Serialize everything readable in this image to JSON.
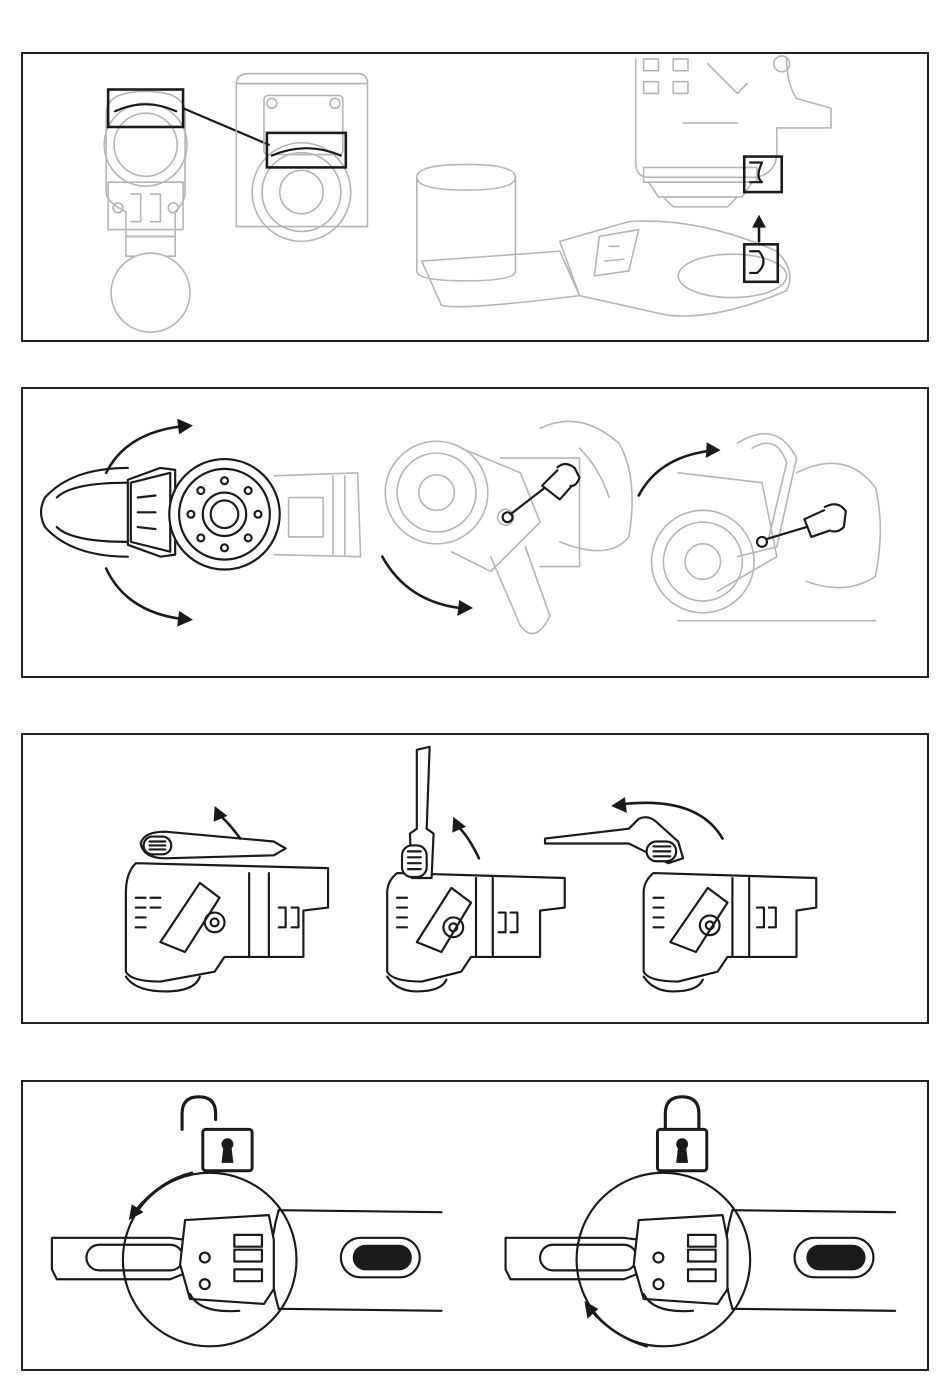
{
  "figures": [
    {
      "id": "panel-1",
      "icons": [
        "blade-adapter-alignment-icon",
        "adapter-removal-icon"
      ]
    },
    {
      "id": "panel-2",
      "icons": [
        "blade-rotation-icon",
        "screw-tightening-icon"
      ]
    },
    {
      "id": "panel-3",
      "icons": [
        "lever-release-icon"
      ]
    },
    {
      "id": "panel-4",
      "icons": [
        "unlocked-padlock-icon",
        "locked-padlock-icon"
      ]
    }
  ],
  "colors": {
    "line_art": "#b5b5b5",
    "emphasis": "#1a1a1a",
    "border": "#222222"
  }
}
